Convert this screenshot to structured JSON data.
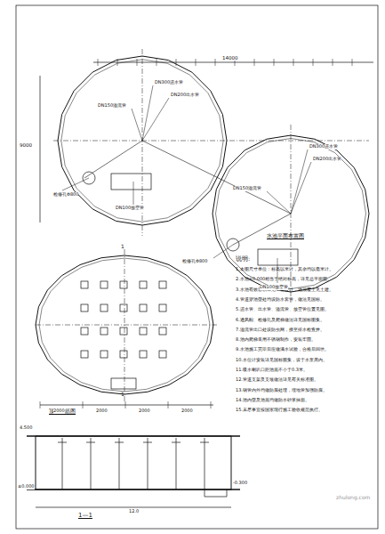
{
  "diagram": {
    "labels": [
      "说明:",
      "1.本图尺寸单位：标高以米计，其余均以毫米计。",
      "2.水池±0.000相当于绝对标高，详见总平面图。",
      "3.水池有效容积详见工艺设计，池顶覆土见土建。",
      "4.管道穿池壁处均设防水套管，做法见国标。",
      "5.进水管、出水管、溢流管、放空管位置见图。",
      "6.通风帽、检修孔及爬梯做法详见国标图集。",
      "7.溢流管出口处设防虫网，接至排水检查井。",
      "8.池内爬梯采用不锈钢制作，安装牢固。",
      "9.水池施工完毕后应做满水试验，合格后回填。",
      "10.水位计安装详见国标图集，设于水泵房内。",
      "11.吸水喇叭口距池底不小于0.3米。",
      "12.管道支架及支墩做法详见有关标准图。",
      "13.钢管内外均做防腐处理，埋地管加强防腐。",
      "14.池内壁及池底均做防水砂浆抹面。",
      "15.未尽事宜按国家现行施工验收规范执行。",
      "顶板配筋图",
      "1—1",
      "水池平面布置图",
      "DN300进水管",
      "DN200出水管",
      "DN150溢流管",
      "检修孔Φ800",
      "DN100放空管",
      "DN300进水管",
      "DN200出水管",
      "DN150溢流管",
      "检修孔Φ800",
      "DN100放空管",
      "14000",
      "9000",
      "1",
      "1",
      "2000",
      "2000",
      "2000",
      "2000",
      "4.500",
      "±0.000",
      "-0.300",
      "12.0",
      "zhulong.com"
    ]
  }
}
